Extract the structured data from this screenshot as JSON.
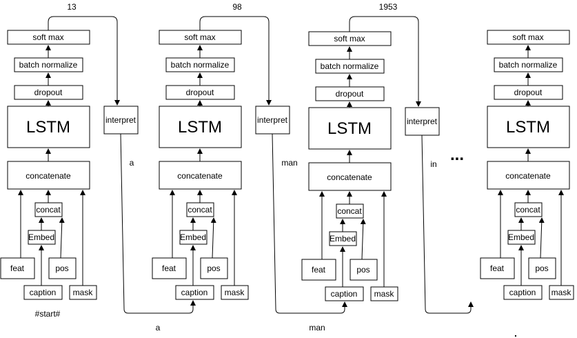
{
  "diagram": {
    "labels": {
      "softmax": "soft max",
      "batchnorm": "batch normalize",
      "dropout": "dropout",
      "lstm": "LSTM",
      "concatenate": "concatenate",
      "concat": "concat",
      "embed": "Embed",
      "feat": "feat",
      "pos": "pos",
      "caption": "caption",
      "mask": "mask",
      "interpret": "interpret"
    },
    "start_token": "#start#",
    "ellipsis": "...",
    "trailing_mark": ".",
    "steps": [
      {
        "output_index": "13",
        "predicted_word": "a",
        "next_input_word": "a"
      },
      {
        "output_index": "98",
        "predicted_word": "man",
        "next_input_word": "man"
      },
      {
        "output_index": "1953",
        "predicted_word": "in",
        "next_input_word": ""
      },
      {
        "output_index": "",
        "predicted_word": "",
        "next_input_word": ""
      }
    ]
  }
}
